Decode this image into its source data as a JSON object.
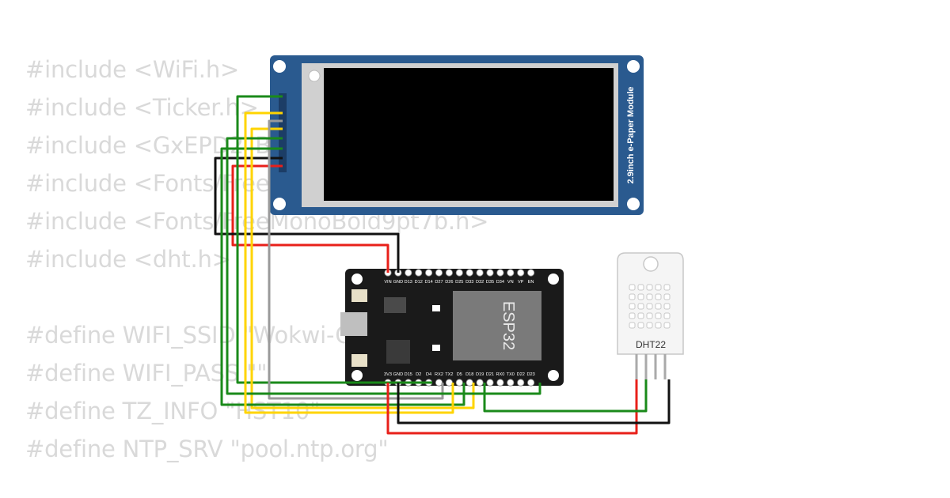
{
  "code_lines": [
    "#include <WiFi.h>",
    "#include <Ticker.h>",
    "#include <GxEPD2_BW.h>",
    "#include <Fonts/FreeMonoBold12pt7b.h>",
    "#include <Fonts/FreeMonoBold9pt7b.h>",
    "#include <dht.h>",
    "",
    "#define WIFI_SSID \"Wokwi-GUEST\"",
    "#define WIFI_PASS \"\"",
    "#define TZ_INFO \"HST10\"",
    "#define NTP_SRV \"pool.ntp.org\""
  ],
  "epaper": {
    "label": "2.9inch e-Paper Module",
    "board_color": "#2a5a8f",
    "screen_color": "#000000"
  },
  "esp32": {
    "chip_label": "ESP32",
    "board_color": "#1a1a1a",
    "top_pins": [
      "VIN",
      "GND",
      "D13",
      "D12",
      "D14",
      "D27",
      "D26",
      "D25",
      "D33",
      "D32",
      "D35",
      "D34",
      "VN",
      "VP",
      "EN"
    ],
    "bottom_pins": [
      "3V3",
      "GND",
      "D15",
      "D2",
      "D4",
      "RX2",
      "TX2",
      "D5",
      "D18",
      "D19",
      "D21",
      "RX0",
      "TX0",
      "D22",
      "D23"
    ]
  },
  "dht": {
    "label": "DHT22"
  },
  "wire_colors": {
    "red": "#e8201a",
    "black": "#111111",
    "green": "#1a8a1a",
    "yellow": "#ffd400",
    "gray": "#9a9a9a"
  }
}
